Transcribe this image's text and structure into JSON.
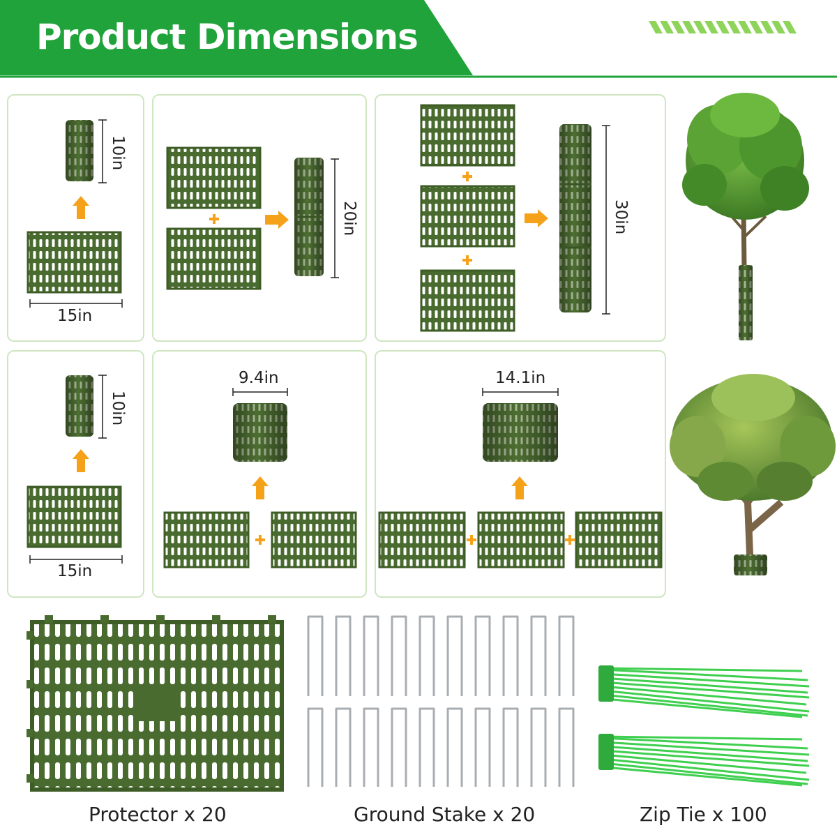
{
  "header": {
    "title": "Product Dimensions"
  },
  "dimensions": {
    "panel_width_top": "15in",
    "height_single_top": "10in",
    "height_double": "20in",
    "height_triple": "30in",
    "panel_width_bottom": "15in",
    "height_single_bottom": "10in",
    "diameter_double": "9.4in",
    "diameter_triple": "14.1in"
  },
  "contents": {
    "protector": "Protector x 20",
    "stake": "Ground Stake x 20",
    "zip_tie": "Zip Tie x 100"
  },
  "colors": {
    "brand_green": "#1fa33a",
    "panel_green": "#4a6b2f",
    "arrow_orange": "#f5a11a",
    "panel_border": "#cfe6c0",
    "zip_tie_green": "#3fcf4f"
  },
  "icons": [
    "up-arrow-icon",
    "right-arrow-icon",
    "plus-icon",
    "tree-icon"
  ]
}
